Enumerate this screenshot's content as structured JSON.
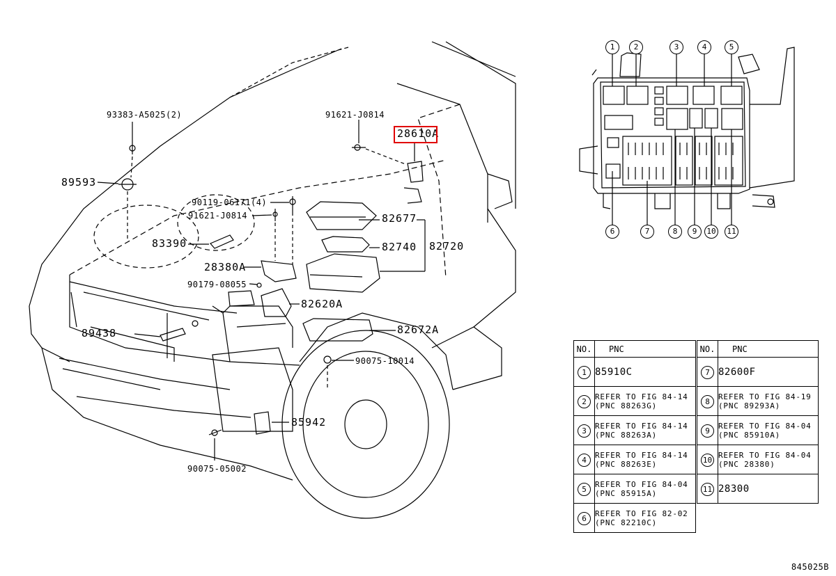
{
  "callouts": {
    "c93383": "93383-A5025(2)",
    "c91621a": "91621-J0814",
    "c28610": "28610A",
    "c89593": "89593",
    "c90119": "90119-06171(4)",
    "c91621b": "91621-J0814",
    "c82677": "82677",
    "c83390": "83390",
    "c82740": "82740",
    "c82720": "82720",
    "c28380": "28380A",
    "c90179": "90179-08055",
    "c82620": "82620A",
    "c89438": "89438",
    "c82672": "82672A",
    "c90075a": "90075-10014",
    "c85942": "85942",
    "c90075b": "90075-05002"
  },
  "fusebox_numbers": [
    "1",
    "2",
    "3",
    "4",
    "5",
    "6",
    "7",
    "8",
    "9",
    "10",
    "11"
  ],
  "table": {
    "header_no": "NO.",
    "header_pnc": "PNC",
    "left": [
      {
        "no": "1",
        "l1": "85910C",
        "l2": ""
      },
      {
        "no": "2",
        "l1": "REFER TO FIG 84-14",
        "l2": "(PNC 88263G)"
      },
      {
        "no": "3",
        "l1": "REFER TO FIG 84-14",
        "l2": "(PNC 88263A)"
      },
      {
        "no": "4",
        "l1": "REFER TO FIG 84-14",
        "l2": "(PNC 88263E)"
      },
      {
        "no": "5",
        "l1": "REFER TO FIG 84-04",
        "l2": "(PNC 85915A)"
      },
      {
        "no": "6",
        "l1": "REFER TO FIG 82-02",
        "l2": "(PNC 82210C)"
      }
    ],
    "right": [
      {
        "no": "7",
        "l1": "82600F",
        "l2": ""
      },
      {
        "no": "8",
        "l1": "REFER TO FIG 84-19",
        "l2": "(PNC 89293A)"
      },
      {
        "no": "9",
        "l1": "REFER TO FIG 84-04",
        "l2": "(PNC 85910A)"
      },
      {
        "no": "10",
        "l1": "REFER TO FIG 84-04",
        "l2": "(PNC 28380)"
      },
      {
        "no": "11",
        "l1": "28300",
        "l2": ""
      }
    ]
  },
  "figure_code": "845025B",
  "highlight_color": "#e00000"
}
